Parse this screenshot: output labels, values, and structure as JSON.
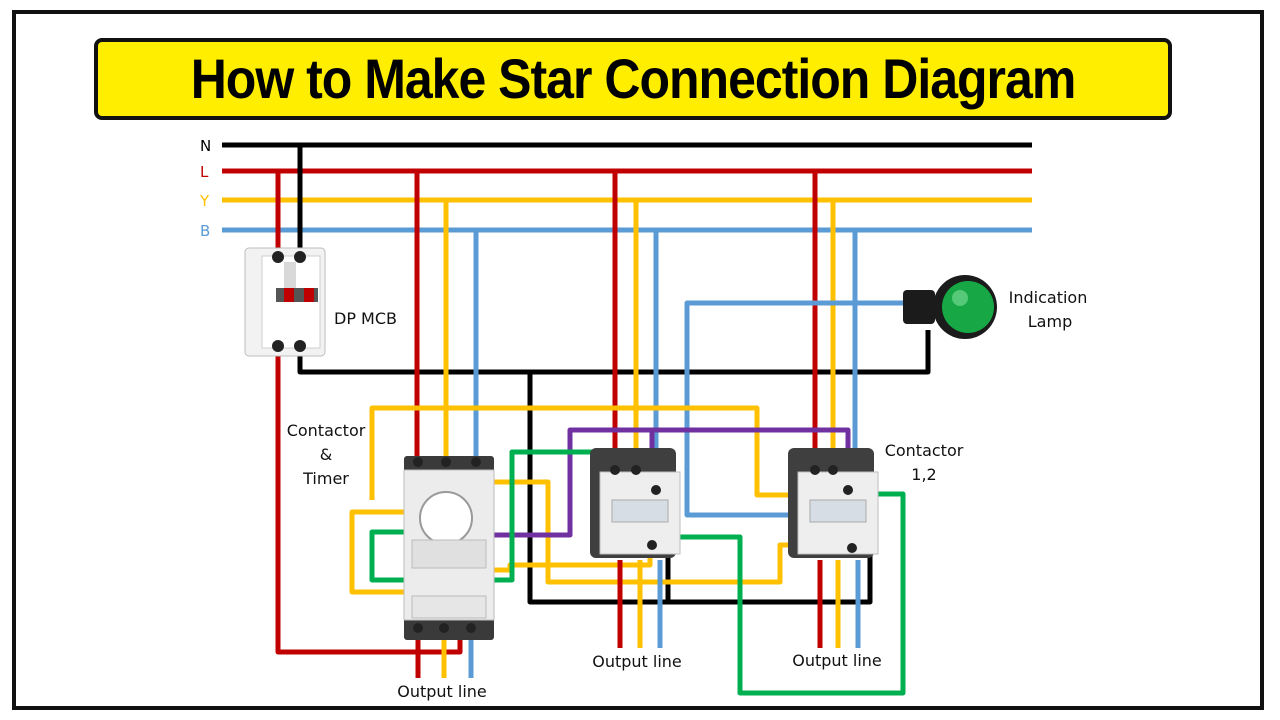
{
  "title": "How to Make Star Connection Diagram",
  "colors": {
    "banner": "#ffee00",
    "neutral": "#000000",
    "line": "#c00000",
    "yellow": "#ffc000",
    "blue": "#5b9bd5",
    "control_green": "#00b050",
    "control_purple": "#7030a0",
    "lamp": "#17a845"
  },
  "bus_labels": {
    "n": "N",
    "l": "L",
    "y": "Y",
    "b": "B"
  },
  "components": {
    "mcb": "DP MCB",
    "timer_line1": "Contactor",
    "timer_line2": "&",
    "timer_line3": "Timer",
    "contactors_line1": "Contactor",
    "contactors_line2": "1,2",
    "lamp_line1": "Indication",
    "lamp_line2": "Lamp",
    "output_1": "Output line",
    "output_2": "Output line",
    "output_3": "Output line"
  }
}
